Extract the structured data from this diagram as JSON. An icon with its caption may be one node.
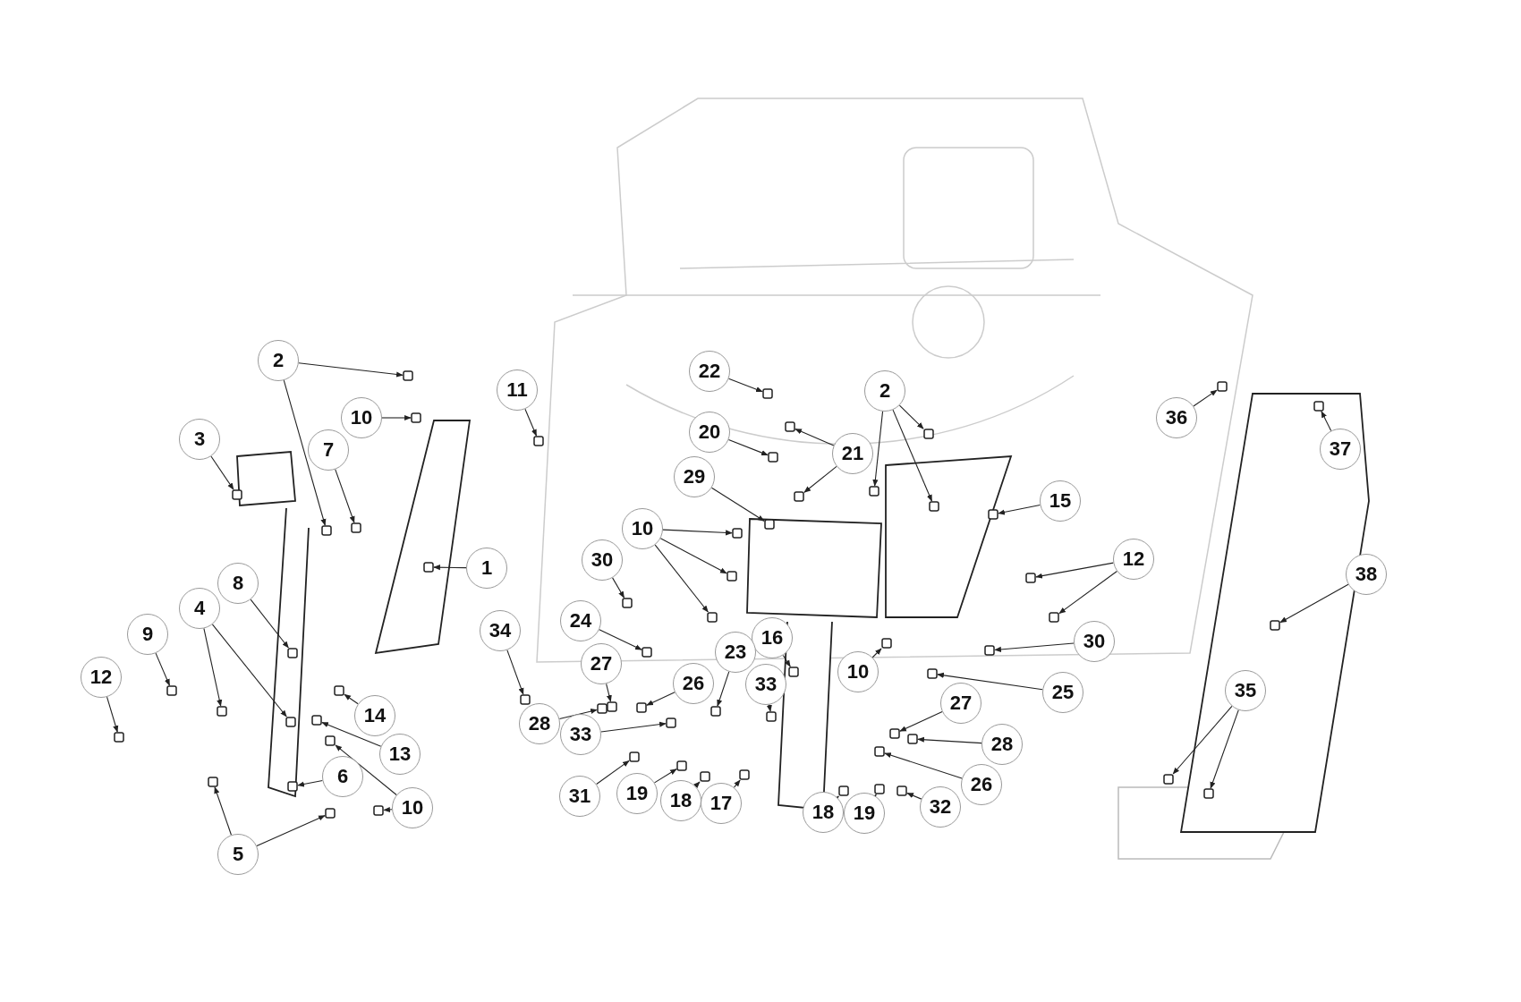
{
  "diagram": {
    "nodes": [
      {
        "text": [
          "22"
        ]
      },
      {
        "text": [
          "2"
        ]
      },
      {
        "text": [
          "11"
        ]
      },
      {
        "text": [
          "2"
        ]
      },
      {
        "text": [
          "36"
        ]
      },
      {
        "text": [
          "10"
        ]
      },
      {
        "text": [
          "20"
        ]
      },
      {
        "text": [
          "3"
        ]
      },
      {
        "text": [
          "37"
        ]
      },
      {
        "text": [
          "7"
        ]
      },
      {
        "text": [
          "21"
        ]
      },
      {
        "text": [
          "29"
        ]
      },
      {
        "text": [
          "15"
        ]
      },
      {
        "text": [
          "10"
        ]
      },
      {
        "text": [
          "12"
        ]
      },
      {
        "text": [
          "30"
        ]
      },
      {
        "text": [
          "1"
        ]
      },
      {
        "text": [
          "38"
        ]
      },
      {
        "text": [
          "8"
        ]
      },
      {
        "text": [
          "4"
        ]
      },
      {
        "text": [
          "24"
        ]
      },
      {
        "text": [
          "34"
        ]
      },
      {
        "text": [
          "9"
        ]
      },
      {
        "text": [
          "16"
        ]
      },
      {
        "text": [
          "30"
        ]
      },
      {
        "text": [
          "23"
        ]
      },
      {
        "text": [
          "27"
        ]
      },
      {
        "text": [
          "10"
        ]
      },
      {
        "text": [
          "12"
        ]
      },
      {
        "text": [
          "33"
        ]
      },
      {
        "text": [
          "26"
        ]
      },
      {
        "text": [
          "35"
        ]
      },
      {
        "text": [
          "25"
        ]
      },
      {
        "text": [
          "27"
        ]
      },
      {
        "text": [
          "14"
        ]
      },
      {
        "text": [
          "28"
        ]
      },
      {
        "text": [
          "33"
        ]
      },
      {
        "text": [
          "28"
        ]
      },
      {
        "text": [
          "13"
        ]
      },
      {
        "text": [
          "6"
        ]
      },
      {
        "text": [
          "26"
        ]
      },
      {
        "text": [
          "31"
        ]
      },
      {
        "text": [
          "19"
        ]
      },
      {
        "text": [
          "18"
        ]
      },
      {
        "text": [
          "17"
        ]
      },
      {
        "text": [
          "10"
        ]
      },
      {
        "text": [
          "32"
        ]
      },
      {
        "text": [
          "18"
        ]
      },
      {
        "text": [
          "19"
        ]
      },
      {
        "text": [
          "5"
        ]
      },
      {
        "text": [],
        "shape": "box"
      },
      {
        "text": [],
        "shape": "box"
      },
      {
        "text": [],
        "shape": "box"
      },
      {
        "text": [],
        "shape": "box"
      },
      {
        "text": [],
        "shape": "box"
      },
      {
        "text": [],
        "shape": "box"
      },
      {
        "text": [],
        "shape": "box"
      },
      {
        "text": [],
        "shape": "box"
      },
      {
        "text": [],
        "shape": "box"
      },
      {
        "text": [],
        "shape": "box"
      },
      {
        "text": [],
        "shape": "box"
      },
      {
        "text": [],
        "shape": "box"
      },
      {
        "text": [],
        "shape": "box"
      },
      {
        "text": [],
        "shape": "box"
      },
      {
        "text": [],
        "shape": "box"
      },
      {
        "text": [],
        "shape": "box"
      },
      {
        "text": [],
        "shape": "box"
      },
      {
        "text": [],
        "shape": "box"
      },
      {
        "text": [],
        "shape": "box"
      },
      {
        "text": [],
        "shape": "box"
      },
      {
        "text": [],
        "shape": "box"
      },
      {
        "text": [],
        "shape": "box"
      },
      {
        "text": [],
        "shape": "box"
      },
      {
        "text": [],
        "shape": "box"
      },
      {
        "text": [],
        "shape": "box"
      },
      {
        "text": [],
        "shape": "box"
      },
      {
        "text": [],
        "shape": "box"
      },
      {
        "text": [],
        "shape": "box"
      },
      {
        "text": [],
        "shape": "box"
      },
      {
        "text": [],
        "shape": "box"
      },
      {
        "text": [],
        "shape": "box"
      },
      {
        "text": [],
        "shape": "box"
      },
      {
        "text": [],
        "shape": "box"
      },
      {
        "text": [],
        "shape": "box"
      },
      {
        "text": [],
        "shape": "box"
      },
      {
        "text": [],
        "shape": "box"
      },
      {
        "text": [],
        "shape": "box"
      },
      {
        "text": [],
        "shape": "box"
      },
      {
        "text": [],
        "shape": "box"
      },
      {
        "text": [],
        "shape": "box"
      },
      {
        "text": [],
        "shape": "box"
      },
      {
        "text": [],
        "shape": "box"
      },
      {
        "text": [],
        "shape": "box"
      },
      {
        "text": [],
        "shape": "box"
      },
      {
        "text": [],
        "shape": "box"
      },
      {
        "text": [],
        "shape": "box"
      },
      {
        "text": [],
        "shape": "box"
      },
      {
        "text": [],
        "shape": "box"
      },
      {
        "text": [],
        "shape": "box"
      },
      {
        "text": [],
        "shape": "box"
      },
      {
        "text": [],
        "shape": "box"
      },
      {
        "text": [],
        "shape": "box"
      },
      {
        "text": [],
        "shape": "box"
      },
      {
        "text": [],
        "shape": "box"
      },
      {
        "text": [],
        "shape": "box"
      },
      {
        "text": [],
        "shape": "box"
      },
      {
        "text": [],
        "shape": "box"
      },
      {
        "text": [],
        "shape": "box"
      },
      {
        "text": [],
        "shape": "box"
      },
      {
        "text": [],
        "shape": "box"
      },
      {
        "text": [],
        "shape": "box"
      }
    ],
    "edges": [
      {
        "from": 0,
        "to": 50,
        "arrow": "to"
      },
      {
        "from": 1,
        "to": 51,
        "arrow": "to"
      },
      {
        "from": 1,
        "to": 52,
        "arrow": "to"
      },
      {
        "from": 2,
        "to": 53,
        "arrow": "to"
      },
      {
        "from": 3,
        "to": 54,
        "arrow": "to"
      },
      {
        "from": 3,
        "to": 55,
        "arrow": "to"
      },
      {
        "from": 3,
        "to": 56,
        "arrow": "to"
      },
      {
        "from": 4,
        "to": 57,
        "arrow": "to"
      },
      {
        "from": 5,
        "to": 58,
        "arrow": "to"
      },
      {
        "from": 6,
        "to": 59,
        "arrow": "to"
      },
      {
        "from": 7,
        "to": 60,
        "arrow": "to"
      },
      {
        "from": 8,
        "to": 61,
        "arrow": "to"
      },
      {
        "from": 9,
        "to": 62,
        "arrow": "to"
      },
      {
        "from": 10,
        "to": 63,
        "arrow": "to"
      },
      {
        "from": 10,
        "to": 64,
        "arrow": "to"
      },
      {
        "from": 11,
        "to": 65,
        "arrow": "to"
      },
      {
        "from": 12,
        "to": 66,
        "arrow": "to"
      },
      {
        "from": 13,
        "to": 67,
        "arrow": "to"
      },
      {
        "from": 13,
        "to": 68,
        "arrow": "to"
      },
      {
        "from": 13,
        "to": 69,
        "arrow": "to"
      },
      {
        "from": 14,
        "to": 70,
        "arrow": "to"
      },
      {
        "from": 14,
        "to": 71,
        "arrow": "to"
      },
      {
        "from": 15,
        "to": 72,
        "arrow": "to"
      },
      {
        "from": 16,
        "to": 73,
        "arrow": "to"
      },
      {
        "from": 17,
        "to": 74,
        "arrow": "to"
      },
      {
        "from": 18,
        "to": 75,
        "arrow": "to"
      },
      {
        "from": 19,
        "to": 76,
        "arrow": "to"
      },
      {
        "from": 19,
        "to": 77,
        "arrow": "to"
      },
      {
        "from": 20,
        "to": 78,
        "arrow": "to"
      },
      {
        "from": 21,
        "to": 79,
        "arrow": "to"
      },
      {
        "from": 22,
        "to": 80,
        "arrow": "to"
      },
      {
        "from": 23,
        "to": 81,
        "arrow": "to"
      },
      {
        "from": 24,
        "to": 82,
        "arrow": "to"
      },
      {
        "from": 25,
        "to": 83,
        "arrow": "to"
      },
      {
        "from": 26,
        "to": 84,
        "arrow": "to"
      },
      {
        "from": 27,
        "to": 85,
        "arrow": "to"
      },
      {
        "from": 28,
        "to": 86,
        "arrow": "to"
      },
      {
        "from": 29,
        "to": 87,
        "arrow": "to"
      },
      {
        "from": 30,
        "to": 88,
        "arrow": "to"
      },
      {
        "from": 31,
        "to": 89,
        "arrow": "to"
      },
      {
        "from": 31,
        "to": 90,
        "arrow": "to"
      },
      {
        "from": 32,
        "to": 91,
        "arrow": "to"
      },
      {
        "from": 33,
        "to": 92,
        "arrow": "to"
      },
      {
        "from": 34,
        "to": 93,
        "arrow": "to"
      },
      {
        "from": 35,
        "to": 94,
        "arrow": "to"
      },
      {
        "from": 36,
        "to": 95,
        "arrow": "to"
      },
      {
        "from": 37,
        "to": 96,
        "arrow": "to"
      },
      {
        "from": 38,
        "to": 97,
        "arrow": "to"
      },
      {
        "from": 39,
        "to": 98,
        "arrow": "to"
      },
      {
        "from": 40,
        "to": 99,
        "arrow": "to"
      },
      {
        "from": 41,
        "to": 100,
        "arrow": "to"
      },
      {
        "from": 42,
        "to": 101,
        "arrow": "to"
      },
      {
        "from": 43,
        "to": 102,
        "arrow": "to"
      },
      {
        "from": 44,
        "to": 103,
        "arrow": "to"
      },
      {
        "from": 45,
        "to": 104,
        "arrow": "to"
      },
      {
        "from": 45,
        "to": 105,
        "arrow": "to"
      },
      {
        "from": 46,
        "to": 106,
        "arrow": "to"
      },
      {
        "from": 47,
        "to": 107,
        "arrow": "to"
      },
      {
        "from": 48,
        "to": 108,
        "arrow": "to"
      },
      {
        "from": 49,
        "to": 109,
        "arrow": "to"
      },
      {
        "from": 49,
        "to": 110,
        "arrow": "to"
      }
    ]
  }
}
